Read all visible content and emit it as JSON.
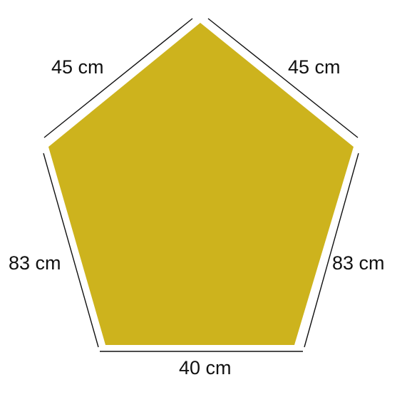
{
  "figure": {
    "shape": "pentagon",
    "fill_color": "#CDB31D",
    "line_color": "#111111",
    "labels": {
      "top_left": "45 cm",
      "top_right": "45 cm",
      "left": "83 cm",
      "right": "83 cm",
      "bottom": "40 cm"
    }
  }
}
